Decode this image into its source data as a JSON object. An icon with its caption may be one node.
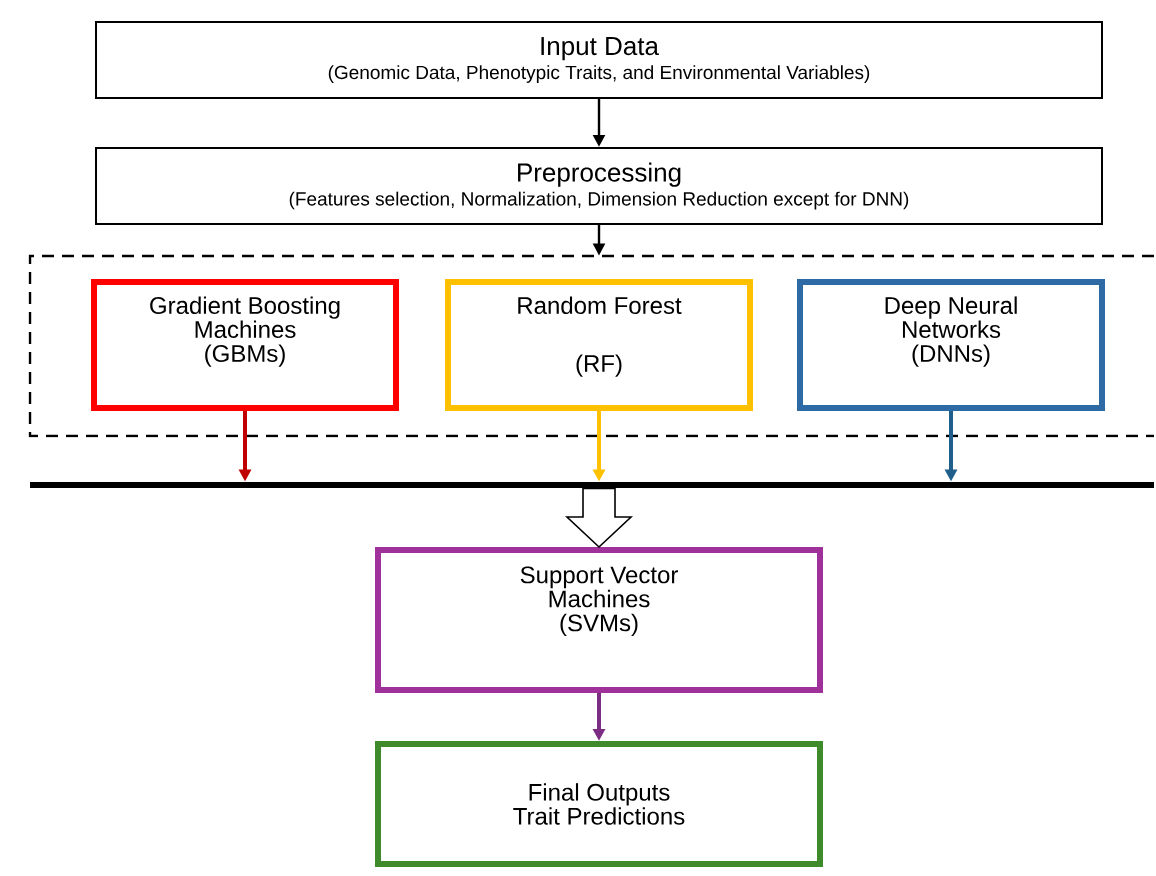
{
  "diagram": {
    "nodes": [
      {
        "text": [
          "Input Data",
          "(Genomic Data, Phenotypic Traits, and Environmental Variables)"
        ]
      },
      {
        "text": [
          "Preprocessing",
          "(Features selection, Normalization, Dimension Reduction except for DNN)"
        ]
      },
      {
        "text": [],
        "shape": "box"
      },
      {
        "text": [
          "Gradient Boosting Machines",
          "(GBMs)"
        ],
        "in": 2
      },
      {
        "text": [
          "Random Forest",
          "(RF)"
        ],
        "in": 2
      },
      {
        "text": [
          "Deep Neural Networks",
          "(DNNs)"
        ],
        "in": 2
      },
      {
        "text": [],
        "shape": "bar"
      },
      {
        "text": [
          "Support Vector Machines",
          "(SVMs)"
        ]
      },
      {
        "text": [
          "Final Outputs",
          "Trait Predictions"
        ]
      }
    ],
    "edges": [
      {
        "from": 0,
        "to": 1,
        "arrow": "to"
      },
      {
        "from": 1,
        "to": 2,
        "arrow": "to"
      },
      {
        "from": 3,
        "to": 6,
        "arrow": "to",
        "color": "#c00000"
      },
      {
        "from": 4,
        "to": 6,
        "arrow": "to",
        "color": "#ffc000"
      },
      {
        "from": 5,
        "to": 6,
        "arrow": "to",
        "color": "#1f5f8b"
      },
      {
        "from": 6,
        "to": 7,
        "arrow": "to",
        "style": "thick"
      },
      {
        "from": 7,
        "to": 8,
        "arrow": "to",
        "color": "#7b2c83"
      }
    ]
  }
}
